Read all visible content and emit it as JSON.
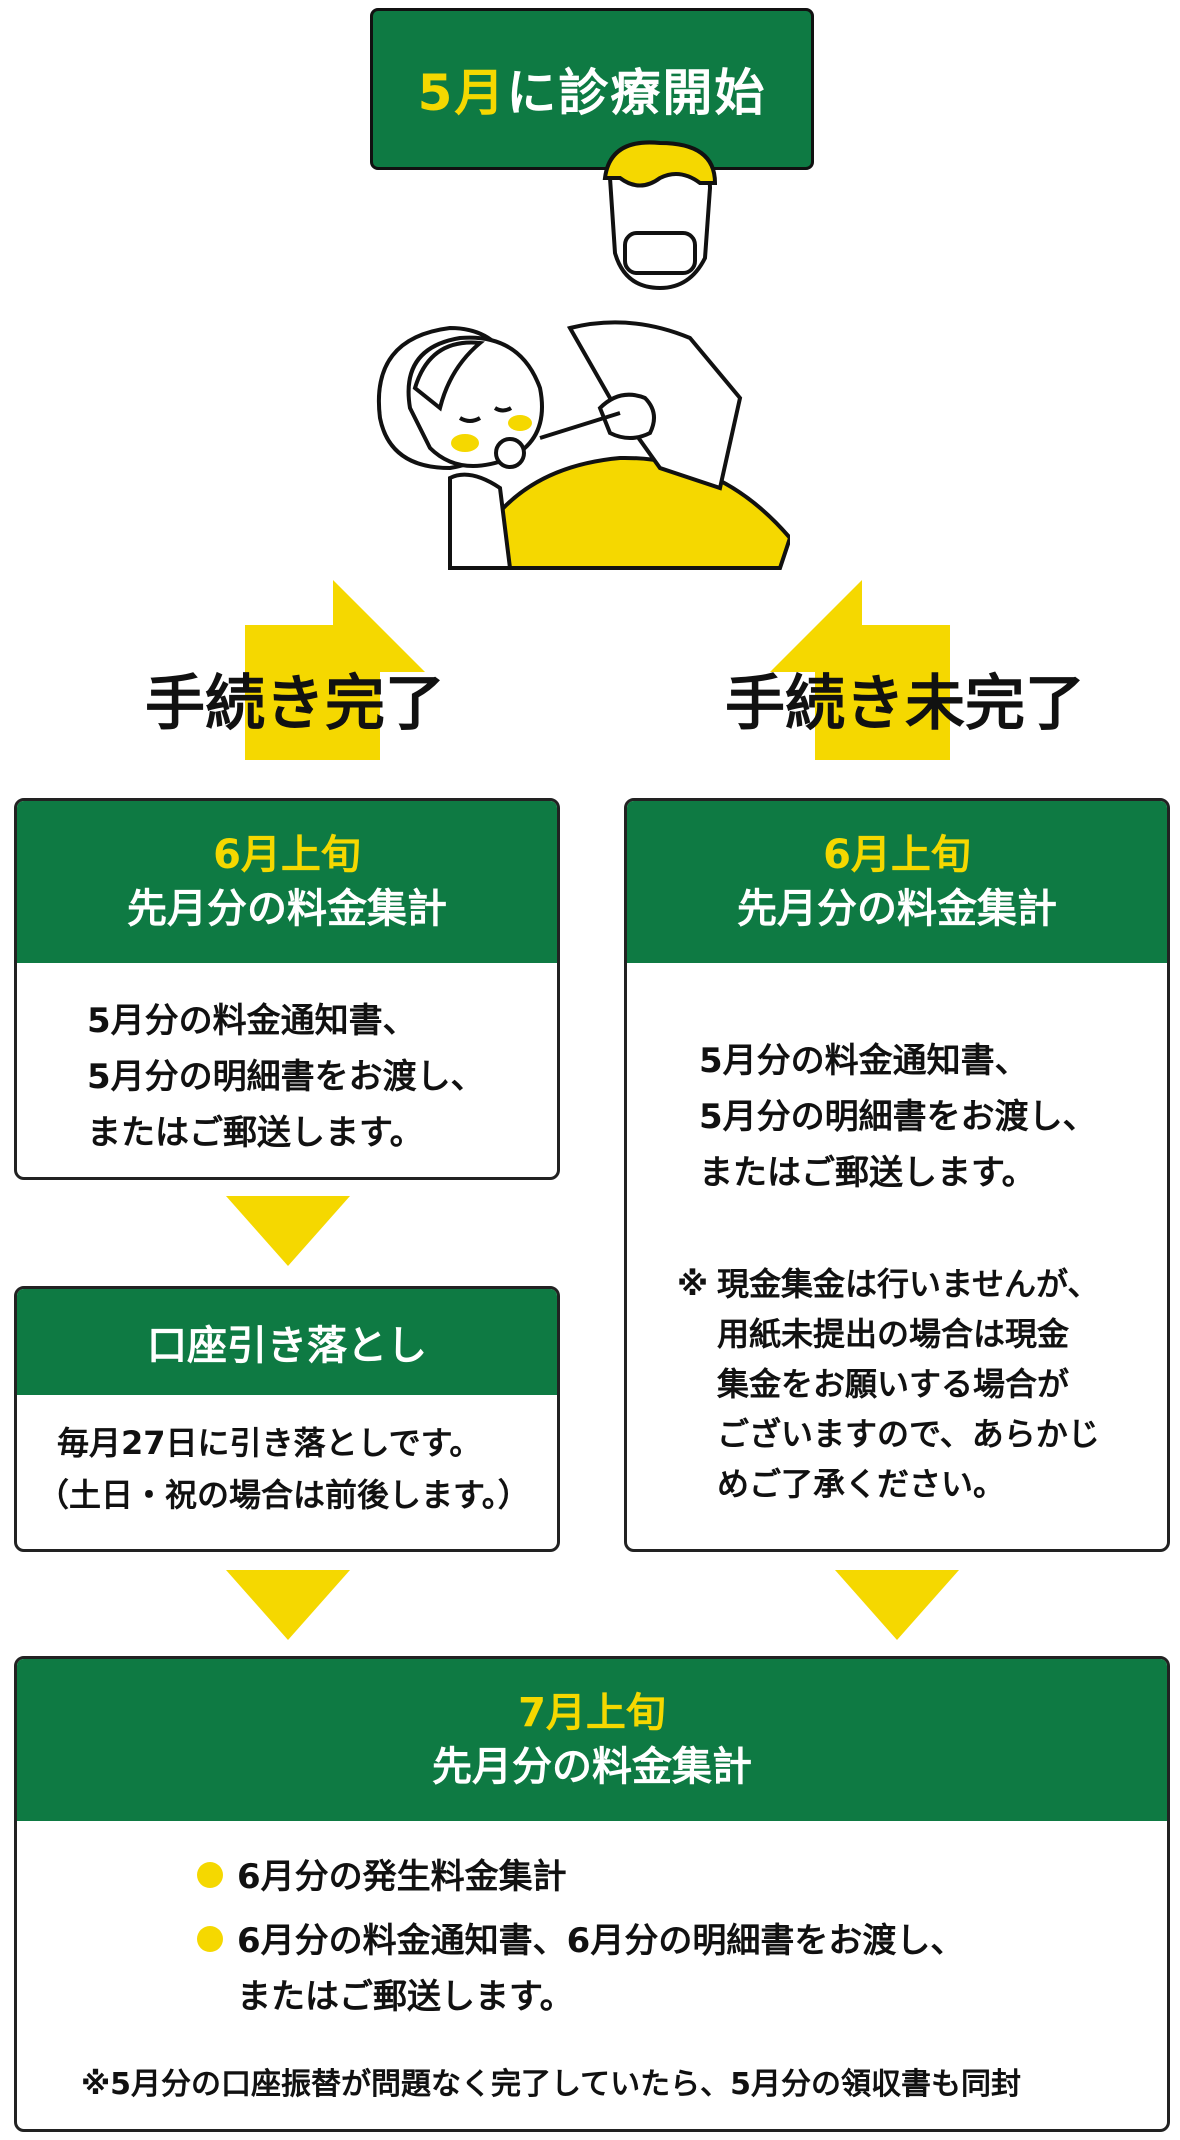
{
  "top": {
    "month": "5月",
    "rest": "に診療開始"
  },
  "branches": {
    "left_label": "手続き完了",
    "right_label": "手続き未完了"
  },
  "left_box": {
    "head_line1": "6月上旬",
    "head_line2": "先月分の料金集計",
    "lines": [
      "5月分の料金通知書、",
      "5月分の明細書をお渡し、",
      "またはご郵送します。"
    ]
  },
  "debit_box": {
    "head": "口座引き落とし",
    "line1": "毎月27日に引き落としです。",
    "line2": "（土日・祝の場合は前後します。）"
  },
  "right_box": {
    "head_line1": "6月上旬",
    "head_line2": "先月分の料金集計",
    "lines": [
      "5月分の料金通知書、",
      "5月分の明細書をお渡し、",
      "またはご郵送します。"
    ],
    "note_mark": "※",
    "note_lines": [
      "現金集金は行いませんが、",
      "用紙未提出の場合は現金",
      "集金をお願いする場合が",
      "ございますので、あらかじ",
      "めご了承ください。"
    ]
  },
  "bottom_box": {
    "head_line1": "7月上旬",
    "head_line2": "先月分の料金集計",
    "bullet1": "6月分の発生料金集計",
    "bullet2_line1": "6月分の料金通知書、6月分の明細書をお渡し、",
    "bullet2_line2": "またはご郵送します。",
    "footnote": "※5月分の口座振替が問題なく完了していたら、5月分の領収書も同封"
  },
  "colors": {
    "green": "#0e7a43",
    "yellow": "#f5d800"
  }
}
